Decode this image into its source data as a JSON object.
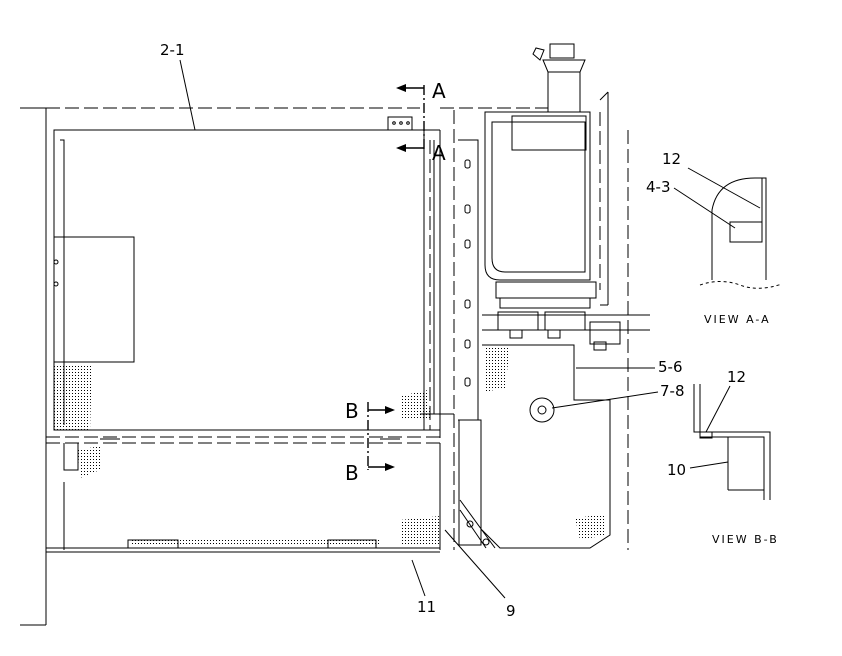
{
  "callouts": {
    "c2_1": "2-1",
    "c12a": "12",
    "c4_3": "4-3",
    "c5_6": "5-6",
    "c7_8": "7-8",
    "c12b": "12",
    "c10": "10",
    "c11": "11",
    "c9": "9"
  },
  "sections": {
    "a_top": "A",
    "a_bottom": "A",
    "b_top": "B",
    "b_bottom": "B"
  },
  "views": {
    "view_a": "VIEW A-A",
    "view_b": "VIEW B-B"
  }
}
